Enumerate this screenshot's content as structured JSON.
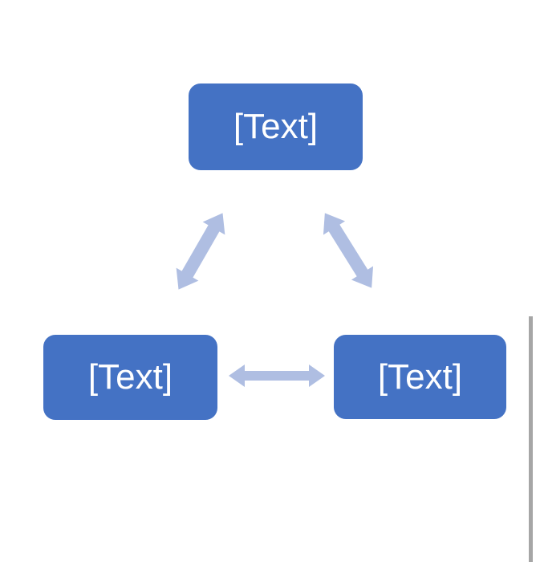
{
  "diagram": {
    "kind": "cycle-smartart-placeholder",
    "nodes": [
      {
        "id": "top",
        "label": "[Text]"
      },
      {
        "id": "bottom_left",
        "label": "[Text]"
      },
      {
        "id": "bottom_right",
        "label": "[Text]"
      }
    ],
    "connectors": [
      {
        "between": [
          "top",
          "bottom_left"
        ],
        "style": "double-headed-arrow",
        "orientation": "diagonal"
      },
      {
        "between": [
          "top",
          "bottom_right"
        ],
        "style": "double-headed-arrow",
        "orientation": "diagonal"
      },
      {
        "between": [
          "bottom_left",
          "bottom_right"
        ],
        "style": "double-headed-arrow",
        "orientation": "horizontal"
      }
    ]
  },
  "colors": {
    "node_fill": "#4472C4",
    "node_text": "#FFFFFF",
    "arrow_fill": "#AFBEE2",
    "divider_line": "#A6A6A6",
    "background": "#FFFFFF"
  }
}
